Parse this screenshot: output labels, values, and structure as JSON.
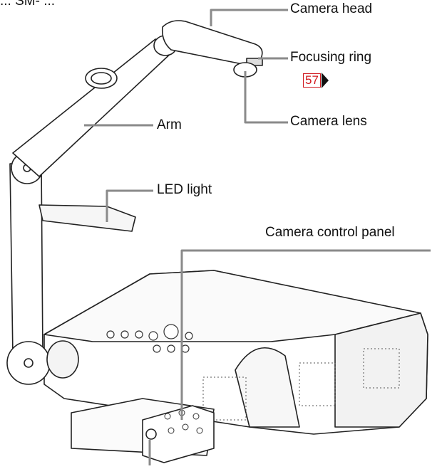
{
  "top_cut_text": "... SM- ...",
  "labels": {
    "camera_head": "Camera head",
    "focusing_ring": "Focusing ring",
    "page_ref": "57",
    "camera_lens": "Camera lens",
    "arm": "Arm",
    "led_light": "LED light",
    "camera_control_panel": "Camera control panel"
  },
  "colors": {
    "line": "#8a8a8a",
    "ink": "#222222",
    "pageref": "#d0161c"
  }
}
